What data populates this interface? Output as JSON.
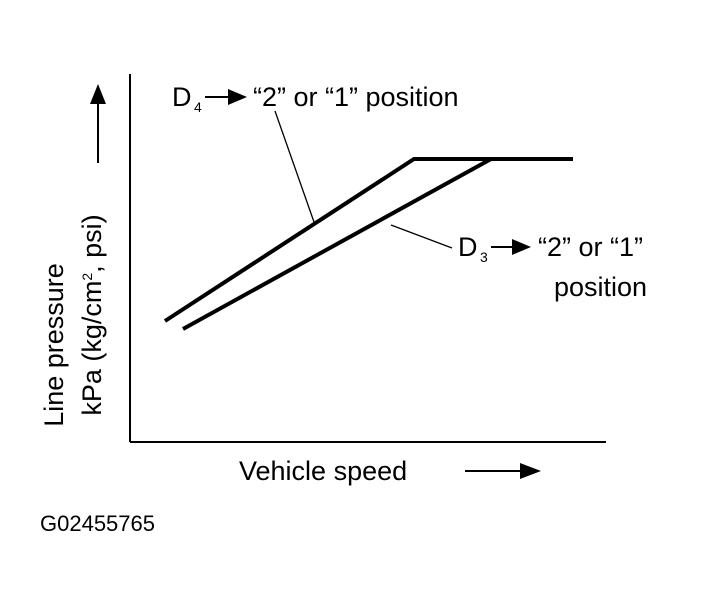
{
  "diagram": {
    "y_axis_label_line1": "Line pressure",
    "y_axis_label_line2_prefix": "kPa (kg/cm",
    "y_axis_label_line2_superscript": "2",
    "y_axis_label_line2_suffix": ", psi)",
    "x_axis_label": "Vehicle speed",
    "d4_label_main": "D",
    "d4_label_subscript": "4",
    "d4_label_text": "“2” or “1” position",
    "d3_label_main": "D",
    "d3_label_subscript": "3",
    "d3_label_text_line1": "“2” or “1”",
    "d3_label_text_line2": "position",
    "figure_code": "G02455765"
  }
}
